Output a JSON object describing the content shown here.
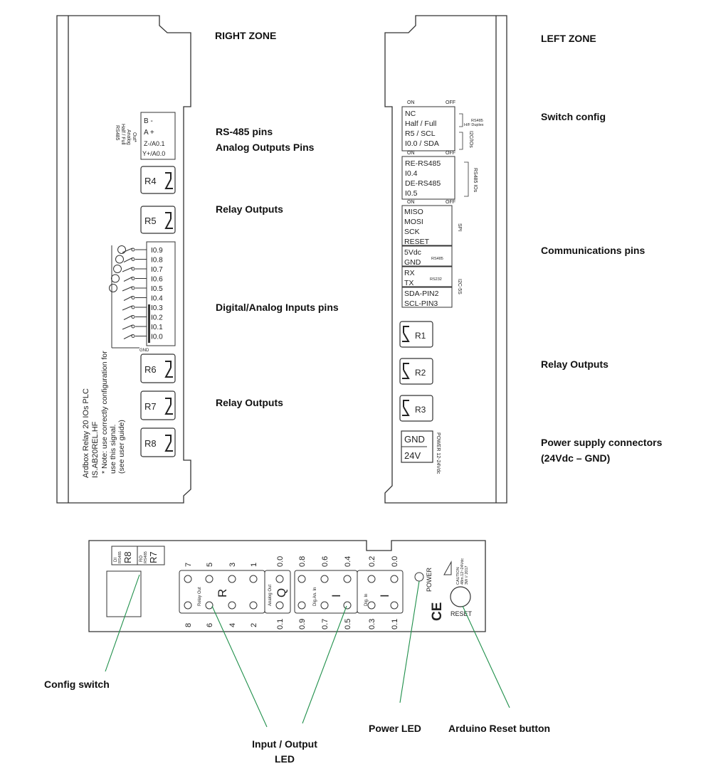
{
  "captions": {
    "right_zone": "RIGHT ZONE",
    "left_zone": "LEFT ZONE",
    "rs485_pins": "RS-485 pins",
    "analog_outputs_pins": "Analog Outputs Pins",
    "relay_outputs_1": "Relay Outputs",
    "digital_analog_inputs": "Digital/Analog Inputs pins",
    "relay_outputs_2": "Relay Outputs",
    "switch_config": "Switch config",
    "communications_pins": "Communications pins",
    "relay_outputs_3": "Relay Outputs",
    "power_supply_1": "Power supply connectors",
    "power_supply_2": "(24Vdc – GND)",
    "config_switch": "Config switch",
    "io_led_1": "Input / Output",
    "io_led_2": "LED",
    "power_led": "Power LED",
    "reset_button": "Arduino Reset button"
  },
  "right_panel": {
    "rs485_terminal": [
      "B -",
      "A +",
      "Z-/A0.1",
      "Y+/A0.0"
    ],
    "rs485_side_lines": [
      "RS485",
      "Half / Full",
      "Analog",
      "Out*"
    ],
    "relays_top": [
      "R4",
      "R5"
    ],
    "inputs": [
      "I0.9",
      "I0.8",
      "I0.7",
      "I0.6",
      "I0.5",
      "I0.4",
      "I0.3",
      "I0.2",
      "I0.1",
      "I0.0"
    ],
    "gnd": "GND",
    "relays_bottom": [
      "R6",
      "R7",
      "R8"
    ],
    "vertical_notes": [
      "Ardbox Relay 20 IOs PLC",
      "IS.AB20REL.HF",
      "* Note: use correctly configuration for",
      "use this signal.",
      "(see user guide)"
    ]
  },
  "left_panel": {
    "on": "ON",
    "off": "OFF",
    "switch1_items": [
      "NC",
      "Half / Full",
      "R5 / SCL",
      "I0.0 / SDA"
    ],
    "switch1_tag_1": "RS485",
    "switch1_tag_2": "H/F Duplex",
    "switch1_tag_3": "I2C/IOs",
    "switch2_items": [
      "RE-RS485",
      "I0.4",
      "DE-RS485",
      "I0.5"
    ],
    "switch2_tag": "RS485 IOs",
    "spi_items": [
      "MISO",
      "MOSI",
      "SCK",
      "RESET"
    ],
    "spi_tag": "SPI",
    "rs485_items": [
      "5Vdc",
      "GND"
    ],
    "rs485_tag": "RS485",
    "rs232_items": [
      "RX",
      "TX"
    ],
    "rs232_tag": "RS232",
    "i2c_items": [
      "SDA-PIN2",
      "SCL-PIN3"
    ],
    "i2c_tag": "I2C-5S",
    "relays": [
      "R1",
      "R2",
      "R3"
    ],
    "power_items": [
      "GND",
      "24V"
    ],
    "power_tag": "POWER 12-24Vdc"
  },
  "front_panel": {
    "config_top": [
      "DI",
      "RS485",
      "R8"
    ],
    "config_top2": [
      "RO",
      "RS485",
      "R7"
    ],
    "relay_top_nums": [
      "7",
      "5",
      "3",
      "1"
    ],
    "relay_bottom_nums": [
      "8",
      "6",
      "4",
      "2"
    ],
    "relay_side_label": "Relay Out",
    "relay_letter": "R",
    "analog_top": "0.0",
    "analog_bottom": "0.1",
    "analog_side_label": "Analog Out",
    "analog_letter": "Q",
    "dig_an_top": [
      "0.8",
      "0.6",
      "0.4"
    ],
    "dig_an_bottom": [
      "0.9",
      "0.7",
      "0.5"
    ],
    "dig_an_label": "Dig.An. In",
    "dig_an_letter": "I",
    "dig_top": [
      "0.2",
      "0.0"
    ],
    "dig_bottom": [
      "0.3",
      "0.1"
    ],
    "dig_label": "Dig. In",
    "dig_letter": "I",
    "power_label": "POWER",
    "ce_mark": "CE",
    "reset_label": "RESET",
    "caution_lines": [
      "CAUTION",
      "48m.12~24Vdc",
      "3W // 2017"
    ]
  },
  "colors": {
    "leader_line": "#1f8f4a",
    "outline": "#333333"
  }
}
